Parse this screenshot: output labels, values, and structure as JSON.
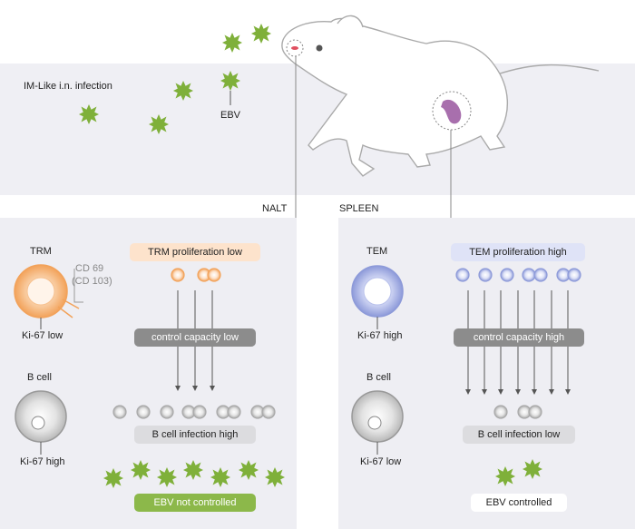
{
  "header": {
    "infection_label": "IM-Like i.n. infection",
    "ebv_label": "EBV"
  },
  "sites": {
    "nalt": "NALT",
    "spleen": "SPLEEN"
  },
  "left_panel": {
    "trm_label": "TRM",
    "cd69_label": "CD 69",
    "cd103_label": "(CD 103)",
    "trm_ki67": "Ki-67 low",
    "bcell_label": "B cell",
    "bcell_ki67": "Ki-67 high",
    "proliferation": "TRM proliferation low",
    "control": "control capacity low",
    "infection": "B cell infection high",
    "outcome": "EBV not controlled"
  },
  "right_panel": {
    "tem_label": "TEM",
    "tem_ki67": "Ki-67 high",
    "bcell_label": "B cell",
    "bcell_ki67": "Ki-67 low",
    "proliferation": "TEM proliferation high",
    "control": "control capacity high",
    "infection": "B cell infection low",
    "outcome": "EBV controlled"
  },
  "colors": {
    "virus": "#7fb03a",
    "trm": "#f2a25a",
    "tem": "#9aa6e0",
    "bcell": "#c9c9c9",
    "spleen": "#a86fad",
    "gray_pill": "#8c8c8c",
    "green_pill": "#8cb84a"
  }
}
